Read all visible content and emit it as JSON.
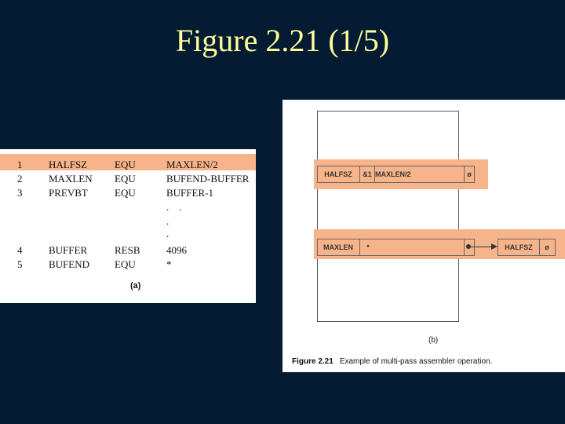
{
  "slide": {
    "title": "Figure 2.21 (1/5)"
  },
  "panel_a": {
    "caption": "(a)",
    "rows": [
      {
        "num": "1",
        "label": "HALFSZ",
        "op": "EQU",
        "arg": "MAXLEN/2"
      },
      {
        "num": "2",
        "label": "MAXLEN",
        "op": "EQU",
        "arg": "BUFEND-BUFFER"
      },
      {
        "num": "3",
        "label": "PREVBT",
        "op": "EQU",
        "arg": "BUFFER-1"
      },
      {
        "num": "",
        "label": "",
        "op": "",
        "arg": ".    ."
      },
      {
        "num": "",
        "label": "",
        "op": "",
        "arg": "."
      },
      {
        "num": "",
        "label": "",
        "op": "",
        "arg": "."
      },
      {
        "num": "4",
        "label": "BUFFER",
        "op": "RESB",
        "arg": "4096"
      },
      {
        "num": "5",
        "label": "BUFEND",
        "op": "EQU",
        "arg": "*"
      }
    ]
  },
  "panel_b": {
    "caption": "(b)",
    "entry1": {
      "name": "HALFSZ",
      "flag": "&1",
      "expr": "MAXLEN/2",
      "ptr": "ø"
    },
    "entry2": {
      "name": "MAXLEN",
      "flag": "*",
      "ptr": "•"
    },
    "entry3": {
      "name": "HALFSZ",
      "ptr": "ø"
    }
  },
  "figure_caption": {
    "number": "Figure 2.21",
    "text": "Example of multi-pass assembler operation."
  },
  "colors": {
    "background": "#051a33",
    "title": "#ffff99",
    "highlight": "#f7b48a"
  }
}
